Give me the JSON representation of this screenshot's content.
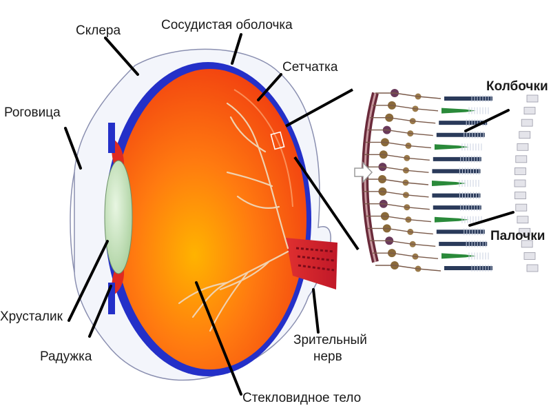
{
  "labels": {
    "sclera": "Склера",
    "choroid": "Сосудистая оболочка",
    "retina": "Сетчатка",
    "cornea": "Роговица",
    "lens": "Хрусталик",
    "iris": "Радужка",
    "optic_nerve_line1": "Зрительный",
    "optic_nerve_line2": "нерв",
    "vitreous": "Стекловидное тело",
    "cones": "Колбочки",
    "rods": "Палочки"
  },
  "colors": {
    "sclera_fill": "#f3f5fb",
    "choroid": "#2430c8",
    "eyeball_inner": "#ff5a10",
    "eyeball_highlight": "#ffb800",
    "lens": "#c8e6c0",
    "iris": "#e02a20",
    "optic_nerve": "#d42030",
    "pointer_lines": "#000000",
    "retina_band": "#6a2a3a",
    "cone_colors": [
      "#d42a2a",
      "#2a8a3a",
      "#3a6ad0"
    ],
    "rod_color": "#2a3a5a"
  },
  "icons": {
    "zoom_arrow": "right-arrow-outline-icon"
  }
}
